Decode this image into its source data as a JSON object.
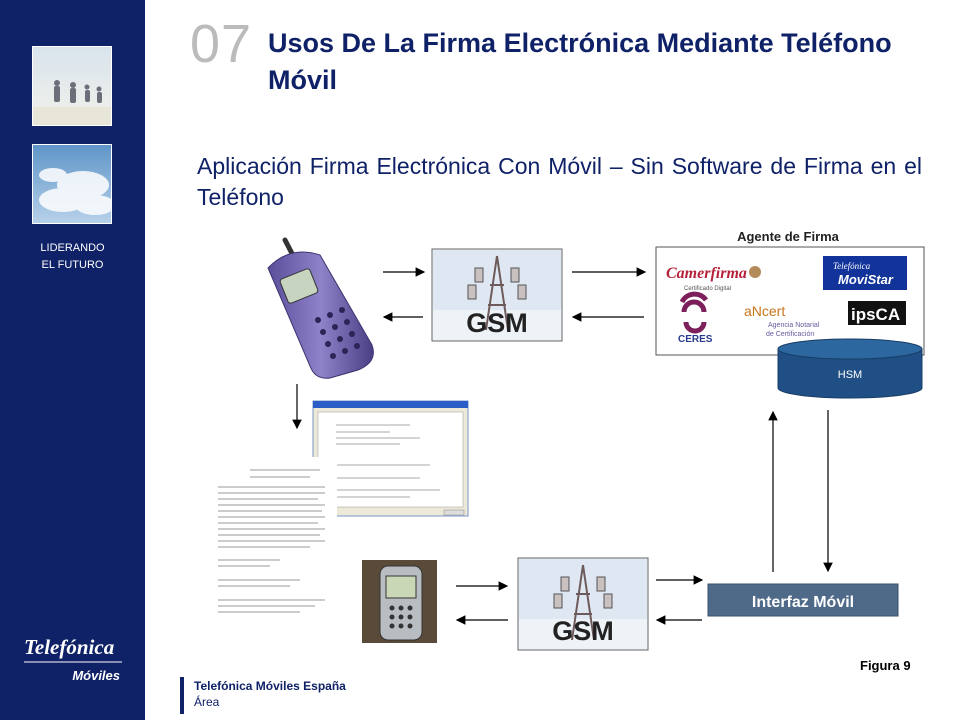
{
  "slide": {
    "number": "07",
    "title": "Usos De La Firma Electrónica Mediante Teléfono Móvil",
    "subtitle": "Aplicación Firma Electrónica Con Móvil – Sin Software de Firma en el Teléfono"
  },
  "sidebar": {
    "tagline_line1": "LIDERANDO",
    "tagline_line2": "EL FUTURO",
    "logo_brand": "Telefónica",
    "logo_sub": "Móviles"
  },
  "diagram": {
    "gsm_top_label": "GSM",
    "gsm_bottom_label": "GSM",
    "agent_title": "Agente de Firma",
    "camerfirma": "Camerfirma",
    "camerfirma_sub": "Certificado Digital",
    "ceres": "CERES",
    "ancert": "aNcert",
    "ancert_sub1": "Agencia Notarial",
    "ancert_sub2": "de Certificación",
    "movistar_top": "Telefónica",
    "movistar_bottom": "MoviStar",
    "ipsca": "ipsCA",
    "hsm": "HSM",
    "interfaz": "Interfaz Móvil"
  },
  "footer": {
    "company": "Telefónica Móviles España",
    "area": "Área",
    "figure": "Figura 9"
  },
  "colors": {
    "navy": "#0f2167",
    "hsm_blue": "#1f4f85",
    "interfaz_gray": "#4e6a88",
    "number_gray": "#bbbbbb"
  }
}
